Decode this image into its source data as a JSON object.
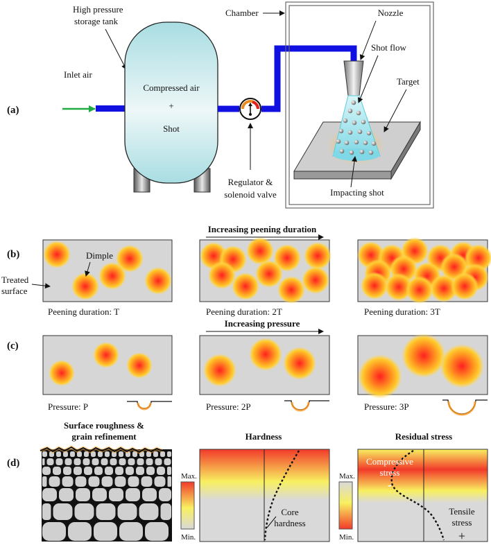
{
  "panels": {
    "a": "(a)",
    "b": "(b)",
    "c": "(c)",
    "d": "(d)"
  },
  "a": {
    "high_pressure_tank_line1": "High pressure",
    "high_pressure_tank_line2": "storage tank",
    "inlet_air": "Inlet air",
    "tank_line1": "Compressed air",
    "tank_line2": "+",
    "tank_line3": "Shot",
    "regulator_line1": "Regulator &",
    "regulator_line2": "solenoid valve",
    "chamber": "Chamber",
    "nozzle": "Nozzle",
    "shot_flow": "Shot flow",
    "target": "Target",
    "impacting_shot": "Impacting shot"
  },
  "b": {
    "header": "Increasing peening duration",
    "dimple": "Dimple",
    "treated_surface_line1": "Treated",
    "treated_surface_line2": "surface",
    "captions": [
      "Peening duration: T",
      "Peening duration: 2T",
      "Peening duration: 3T"
    ]
  },
  "c": {
    "header": "Increasing pressure",
    "captions": [
      "Pressure: P",
      "Pressure: 2P",
      "Pressure: 3P"
    ]
  },
  "d": {
    "title1_line1": "Surface roughness &",
    "title1_line2": "grain refinement",
    "title2": "Hardness",
    "title3": "Residual stress",
    "scale_max": "Max.",
    "scale_min": "Min.",
    "core_line1": "Core",
    "core_line2": "hardness",
    "compressive_line1": "Compressive",
    "compressive_line2": "stress",
    "compressive_sign": "-",
    "tensile_line1": "Tensile",
    "tensile_line2": "stress",
    "tensile_sign": "+"
  },
  "colors": {
    "pipe": "#1010e0",
    "inlet_arrow": "#22aa44",
    "dimple_core": "#ff2a2a",
    "dimple_mid": "#ffa020",
    "panel_bg": "#d6d6d6",
    "gradient_high": "#f23a2a",
    "gradient_mid": "#f8f060"
  }
}
